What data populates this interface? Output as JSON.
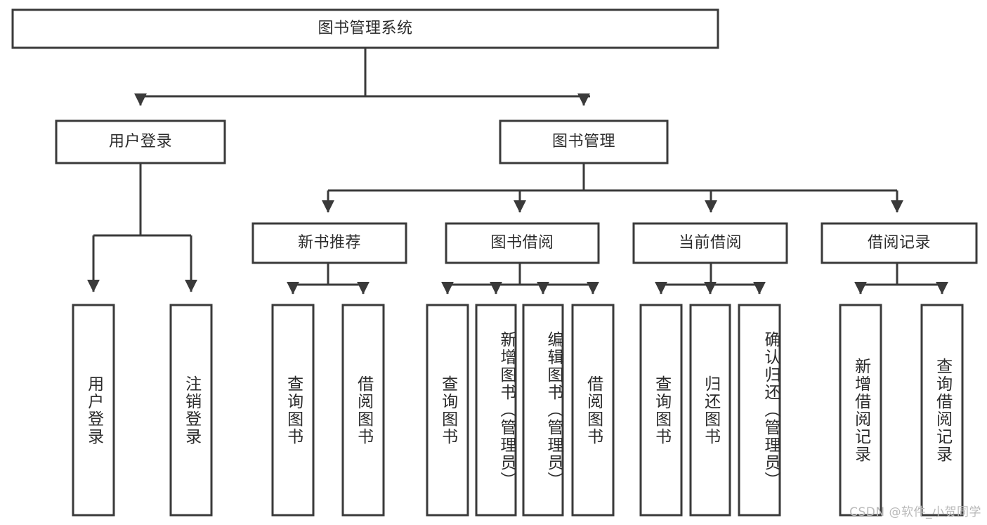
{
  "diagram": {
    "title": "图书管理系统",
    "watermark": "CSDN @软件_小贺同学",
    "colors": {
      "box_stroke": "#3a3a3a",
      "box_fill": "#ffffff",
      "connector": "#3a3a3a",
      "text": "#2b2b2b",
      "watermark": "#b9b9b9",
      "background": "#ffffff"
    },
    "root": {
      "label": "图书管理系统"
    },
    "level2": [
      {
        "label": "用户登录"
      },
      {
        "label": "图书管理"
      }
    ],
    "level3": [
      {
        "label": "新书推荐"
      },
      {
        "label": "图书借阅"
      },
      {
        "label": "当前借阅"
      },
      {
        "label": "借阅记录"
      }
    ],
    "leaves": {
      "user_login": [
        {
          "label": "用户登录"
        },
        {
          "label": "注销登录"
        }
      ],
      "new_book_recommend": [
        {
          "label": "查询图书"
        },
        {
          "label": "借阅图书"
        }
      ],
      "book_borrow": [
        {
          "label": "查询图书"
        },
        {
          "label": "新增图书（管理员）"
        },
        {
          "label": "编辑图书（管理员）"
        },
        {
          "label": "借阅图书"
        }
      ],
      "current_borrow": [
        {
          "label": "查询图书"
        },
        {
          "label": "归还图书"
        },
        {
          "label": "确认归还（管理员）"
        }
      ],
      "borrow_record": [
        {
          "label": "新增借阅记录"
        },
        {
          "label": "查询借阅记录"
        }
      ]
    }
  }
}
